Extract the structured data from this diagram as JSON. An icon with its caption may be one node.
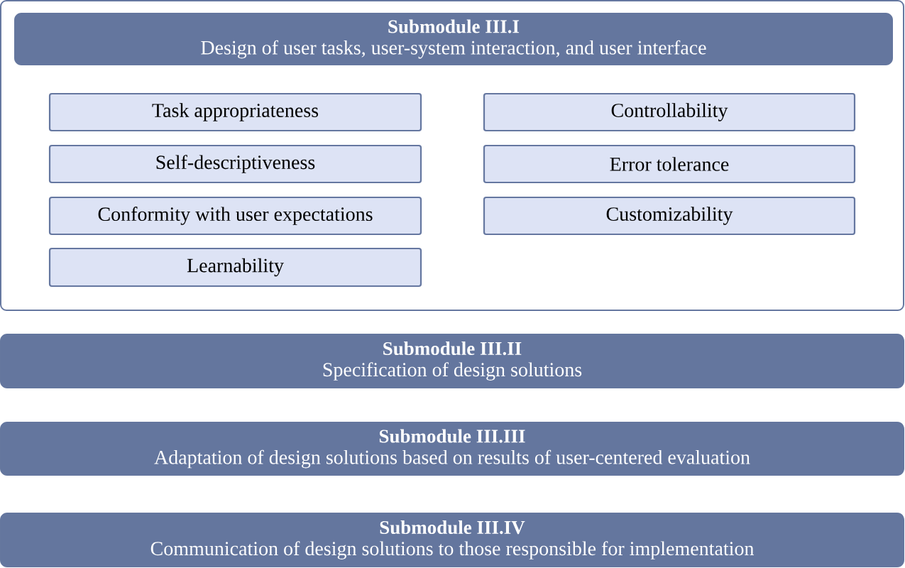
{
  "diagram": {
    "nodes": [
      {
        "text": [],
        "shape": "box"
      },
      {
        "text": [
          "Submodule III.I",
          "Design of user tasks, user-system interaction, and user interface"
        ],
        "in": 0
      },
      {
        "text": [
          "Task appropriateness"
        ],
        "in": 0
      },
      {
        "text": [
          "Controllability"
        ],
        "in": 0
      },
      {
        "text": [
          "Self-descriptiveness"
        ],
        "in": 0
      },
      {
        "text": [
          "Error tolerance"
        ],
        "in": 0
      },
      {
        "text": [
          "Conformity with user expectations"
        ],
        "in": 0
      },
      {
        "text": [
          "Customizability"
        ],
        "in": 0
      },
      {
        "text": [
          "Learnability"
        ],
        "in": 0
      },
      {
        "text": [
          "Submodule III.II",
          "Specification of design solutions"
        ]
      },
      {
        "text": [
          "Submodule III.III",
          "Adaptation of design solutions based on results of user-centered evaluation"
        ]
      },
      {
        "text": [
          "Submodule III.IV",
          "Communication of design solutions to those responsible for implementation"
        ]
      }
    ]
  }
}
